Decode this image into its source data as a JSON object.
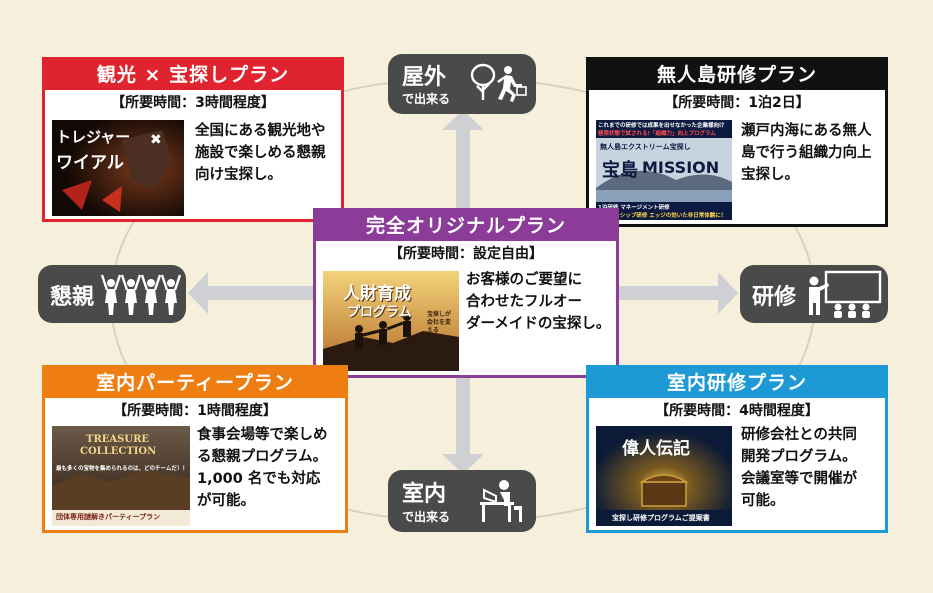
{
  "hubs": {
    "outdoor": {
      "big": "屋外",
      "small": "で出来る"
    },
    "indoor": {
      "big": "室内",
      "small": "で出来る"
    },
    "social": {
      "big": "懇親"
    },
    "training": {
      "big": "研修"
    }
  },
  "cards": {
    "sightseeing": {
      "title": "観光 × 宝探しプラン",
      "time": "【所要時間：3時間程度】",
      "desc": [
        "全国にある観光地や",
        "施設で楽しめる懇親",
        "向け宝探し。"
      ],
      "thumb": {
        "line1": "トレジャー",
        "line2": "ワイアル"
      }
    },
    "island": {
      "title": "無人島研修プラン",
      "time": "【所要時間：1泊2日】",
      "desc": [
        "瀬戸内海にある無人",
        "島で行う組織力向上",
        "宝探し。"
      ],
      "thumb": {
        "top1": "これまでの研修では成果を出せなかった企業様向け",
        "top2": "極限状態で試される!「組織力」向上プログラム",
        "mid": "無人島エクストリーム宝探し",
        "main1": "宝島",
        "main2": "MISSION",
        "bottom1": "1泊研修 マネージメント研修",
        "bottom2": "リーダーシップ研修 エッジの効いた非日常体験に！"
      }
    },
    "original": {
      "title": "完全オリジナルプラン",
      "time": "【所要時間：設定自由】",
      "desc": [
        "お客様のご要望に",
        "合わせたフルオー",
        "ダーメイドの宝探し。"
      ],
      "thumb": {
        "line1": "人財育成",
        "line2": "プログラム",
        "side": "宝探しが会社を変える"
      }
    },
    "party": {
      "title": "室内パーティープラン",
      "time": "【所要時間：1時間程度】",
      "desc": [
        "食事会場等で楽しめ",
        "る懇親プログラム。",
        "1,000 名でも対応",
        "が可能。"
      ],
      "thumb": {
        "line1": "TREASURE",
        "line2": "COLLECTION",
        "line3": "最も多くの宝物を集められるのは、どのチームだ！！",
        "band": "団体専用謎解きパーティープラン"
      }
    },
    "indoorTraining": {
      "title": "室内研修プラン",
      "time": "【所要時間：4時間程度】",
      "desc": [
        "研修会社との共同",
        "開発プログラム。",
        "会議室等で開催が",
        "可能。"
      ],
      "thumb": {
        "line1": "偉人伝記",
        "line2": "宝探し研修プログラムご提案書"
      }
    }
  },
  "colors": {
    "red": "#e0242f",
    "black": "#111111",
    "purple": "#8a3c98",
    "orange": "#ee7d12",
    "blue": "#1d9ad6",
    "hub": "#4a4a4a",
    "bg": "#f6efdc"
  }
}
